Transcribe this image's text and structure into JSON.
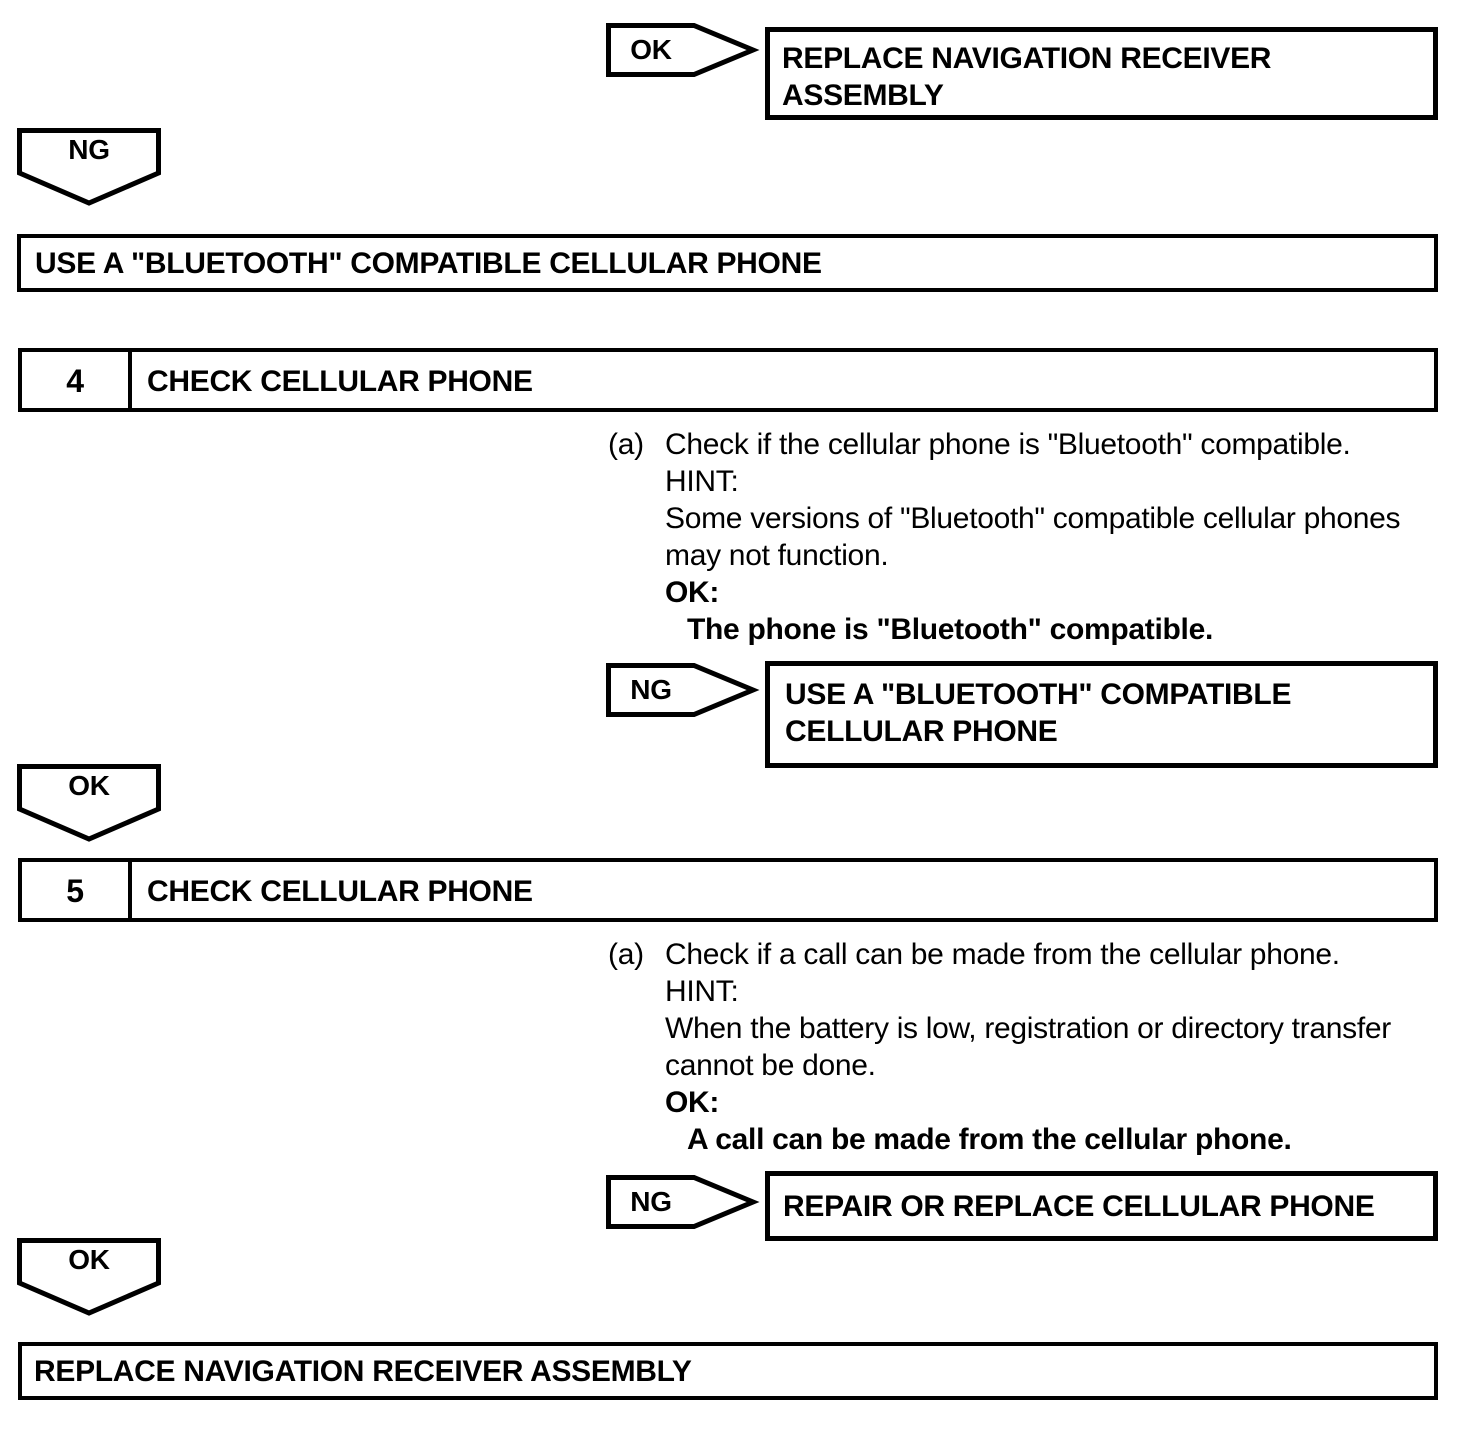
{
  "page": {
    "ink": "#000000",
    "paper": "#ffffff"
  },
  "top_result": {
    "connector_label": "OK",
    "box_line1": "REPLACE NAVIGATION RECEIVER",
    "box_line2": "ASSEMBLY"
  },
  "ng_drop": {
    "label": "NG"
  },
  "action_use_bluetooth": {
    "label": "USE A \"BLUETOOTH\" COMPATIBLE CELLULAR PHONE"
  },
  "step4": {
    "number": "4",
    "title": "CHECK CELLULAR PHONE",
    "item_marker": "(a)",
    "check_line": "Check if the cellular phone is \"Bluetooth\" compatible.",
    "hint_label": "HINT:",
    "hint_line1": "Some versions of \"Bluetooth\" compatible cellular phones",
    "hint_line2": "may not function.",
    "ok_label": "OK:",
    "ok_statement": "The phone is \"Bluetooth\" compatible.",
    "ng_connector": "NG",
    "ng_box_line1": "USE A \"BLUETOOTH\" COMPATIBLE",
    "ng_box_line2": "CELLULAR PHONE",
    "ok_drop_label": "OK"
  },
  "step5": {
    "number": "5",
    "title": "CHECK CELLULAR PHONE",
    "item_marker": "(a)",
    "check_line": "Check if a call can be made from the cellular phone.",
    "hint_label": "HINT:",
    "hint_line1": "When the battery is low, registration or directory transfer",
    "hint_line2": "cannot be done.",
    "ok_label": "OK:",
    "ok_statement": "A call can be made from the cellular phone.",
    "ng_connector": "NG",
    "ng_box_line1": "REPAIR OR REPLACE CELLULAR PHONE",
    "ok_drop_label": "OK"
  },
  "final_action": {
    "label": "REPLACE NAVIGATION RECEIVER ASSEMBLY"
  }
}
